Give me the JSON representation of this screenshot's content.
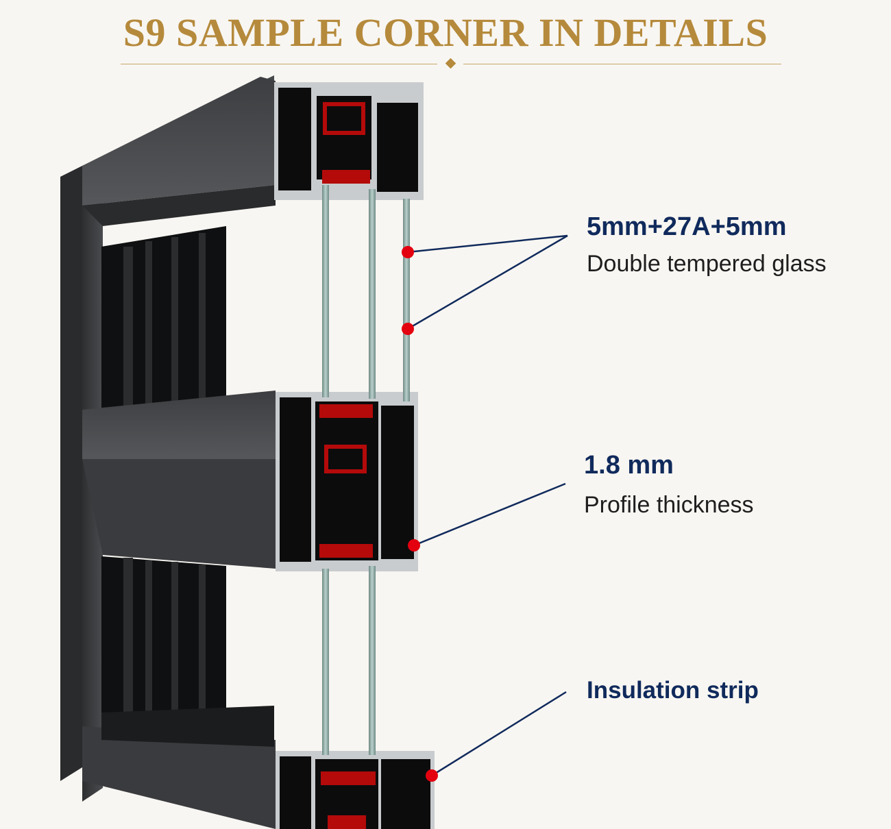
{
  "title": "S9 SAMPLE CORNER IN DETAILS",
  "colors": {
    "gold": "#b58a3c",
    "navy": "#102a5c",
    "marker_red": "#e3000f",
    "profile_dark": "#3a3b3d",
    "insulation_red": "#b40a0a",
    "glass": "#8fa8a2"
  },
  "callouts": [
    {
      "title": "5mm+27A+5mm",
      "subtitle": "Double tempered glass"
    },
    {
      "title": "1.8 mm",
      "subtitle": "Profile thickness"
    },
    {
      "title": "Insulation strip"
    }
  ]
}
